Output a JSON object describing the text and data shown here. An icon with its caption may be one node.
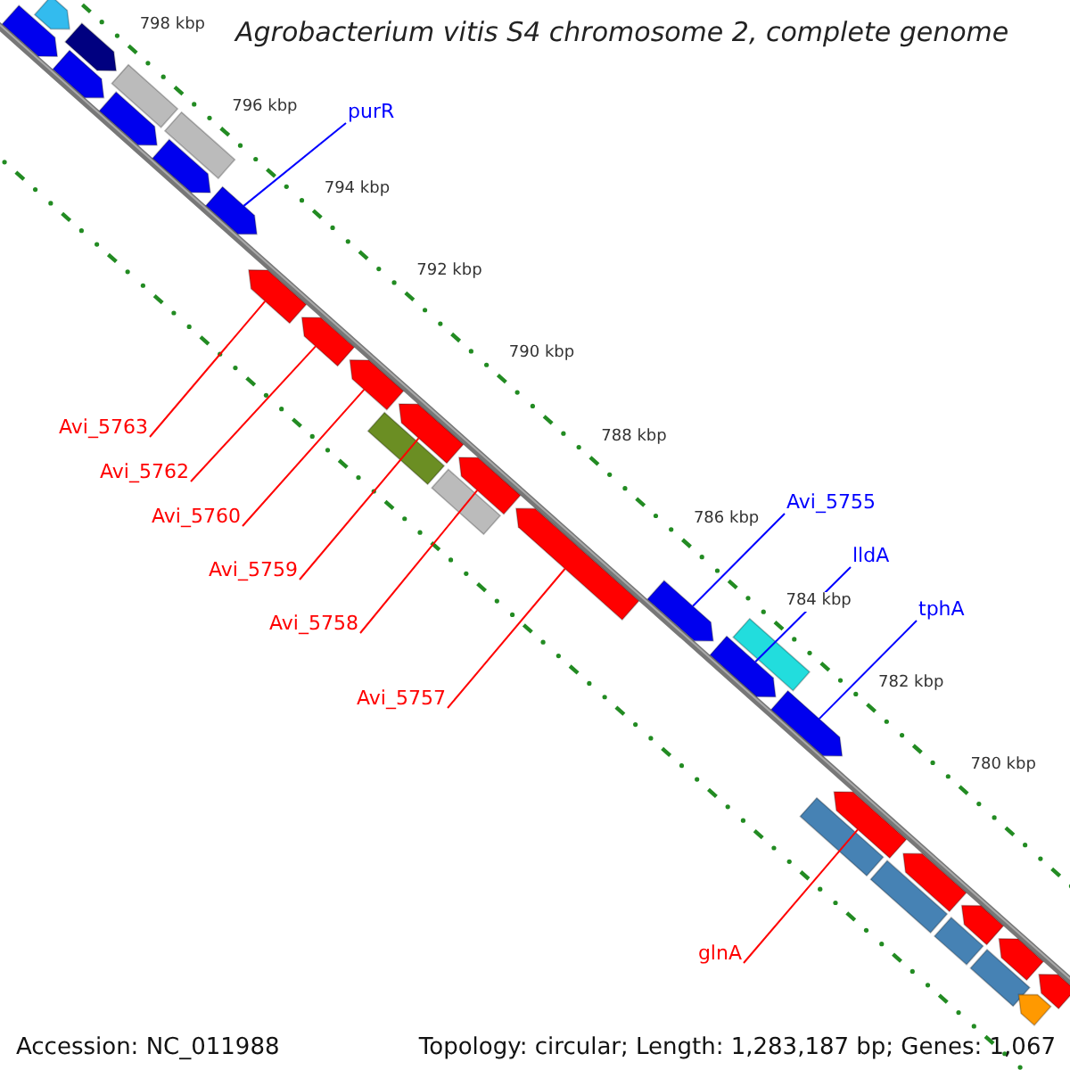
{
  "diagram": {
    "title": "Agrobacterium vitis S4 chromosome 2, complete genome",
    "nodes": [
      {
        "text": [
          "purR"
        ]
      },
      {
        "text": [
          "Avi_5763"
        ]
      },
      {
        "text": [
          "Avi_5762"
        ]
      },
      {
        "text": [
          "Avi_5760"
        ]
      },
      {
        "text": [
          "Avi_5759"
        ]
      },
      {
        "text": [
          "Avi_5758"
        ]
      },
      {
        "text": [
          "Avi_5757"
        ]
      },
      {
        "text": [
          "Avi_5755"
        ]
      },
      {
        "text": [
          "lldA"
        ]
      },
      {
        "text": [
          "tphA"
        ]
      },
      {
        "text": [
          "glnA"
        ]
      },
      {
        "text": [],
        "shape": "arrow"
      },
      {
        "text": [],
        "shape": "arrow"
      },
      {
        "text": [],
        "shape": "arrow"
      },
      {
        "text": [],
        "shape": "arrow"
      },
      {
        "text": [],
        "shape": "arrow"
      },
      {
        "text": [],
        "shape": "arrow"
      },
      {
        "text": [],
        "shape": "arrow"
      },
      {
        "text": [],
        "shape": "arrow"
      },
      {
        "text": [],
        "shape": "arrow"
      },
      {
        "text": [],
        "shape": "arrow"
      },
      {
        "text": [],
        "shape": "arrow"
      },
      {
        "text": [],
        "shape": "arrow"
      },
      {
        "text": [],
        "shape": "arrow"
      },
      {
        "text": [],
        "shape": "arrow"
      },
      {
        "text": [],
        "shape": "arrow"
      },
      {
        "text": [],
        "shape": "box"
      },
      {
        "text": [],
        "shape": "arrow"
      },
      {
        "text": [],
        "shape": "box"
      },
      {
        "text": [],
        "shape": "arrow"
      },
      {
        "text": [],
        "shape": "box"
      },
      {
        "text": [],
        "shape": "box"
      },
      {
        "text": [],
        "shape": "box"
      },
      {
        "text": [],
        "shape": "box"
      },
      {
        "text": [],
        "shape": "box"
      },
      {
        "text": [],
        "shape": "arrow"
      },
      {
        "text": [],
        "shape": "box"
      },
      {
        "text": [],
        "shape": "arrow"
      },
      {
        "text": [],
        "shape": "box"
      },
      {
        "text": [],
        "shape": "arrow"
      },
      {
        "text": [],
        "shape": "arrow"
      },
      {
        "text": [],
        "shape": "arrow"
      }
    ],
    "edges": [
      {
        "from": 0,
        "to": 11,
        "arrow": "none",
        "color": "#0000ff"
      },
      {
        "from": 1,
        "to": 12,
        "arrow": "none"
      },
      {
        "from": 2,
        "to": 13,
        "arrow": "none"
      },
      {
        "from": 3,
        "to": 14,
        "arrow": "none"
      },
      {
        "from": 4,
        "to": 15,
        "arrow": "none"
      },
      {
        "from": 5,
        "to": 16,
        "arrow": "none"
      },
      {
        "from": 6,
        "to": 17,
        "arrow": "none"
      },
      {
        "from": 7,
        "to": 18,
        "arrow": "none",
        "color": "#0000ff"
      },
      {
        "from": 8,
        "to": 19,
        "arrow": "none",
        "color": "#0000ff"
      },
      {
        "from": 9,
        "to": 20,
        "arrow": "none",
        "color": "#0000ff"
      },
      {
        "from": 10,
        "to": 21,
        "arrow": "none"
      }
    ],
    "labels": [
      "798 kbp",
      "796 kbp",
      "794 kbp",
      "792 kbp",
      "790 kbp",
      "788 kbp",
      "786 kbp",
      "784 kbp",
      "782 kbp",
      "780 kbp",
      "Accession: NC_011988",
      "Topology: circular; Length: 1,283,187 bp; Genes: 1,067"
    ]
  }
}
